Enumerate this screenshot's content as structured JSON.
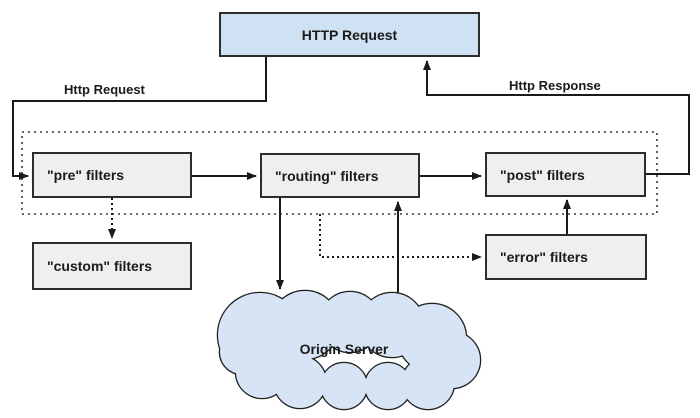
{
  "diagram": {
    "http_request_box": "HTTP Request",
    "labels": {
      "http_request": "Http Request",
      "http_response": "Http Response"
    },
    "filters": {
      "pre": "\"pre\" filters",
      "routing": "\"routing\" filters",
      "post": "\"post\" filters",
      "custom": "\"custom\" filters",
      "error": "\"error\" filters"
    },
    "origin_server": "Origin Server",
    "colors": {
      "http_box_fill": "#cfe2f3",
      "filter_box_fill": "#efefef",
      "cloud_fill": "#d7e4f5",
      "line": "#1a1a1a"
    }
  }
}
